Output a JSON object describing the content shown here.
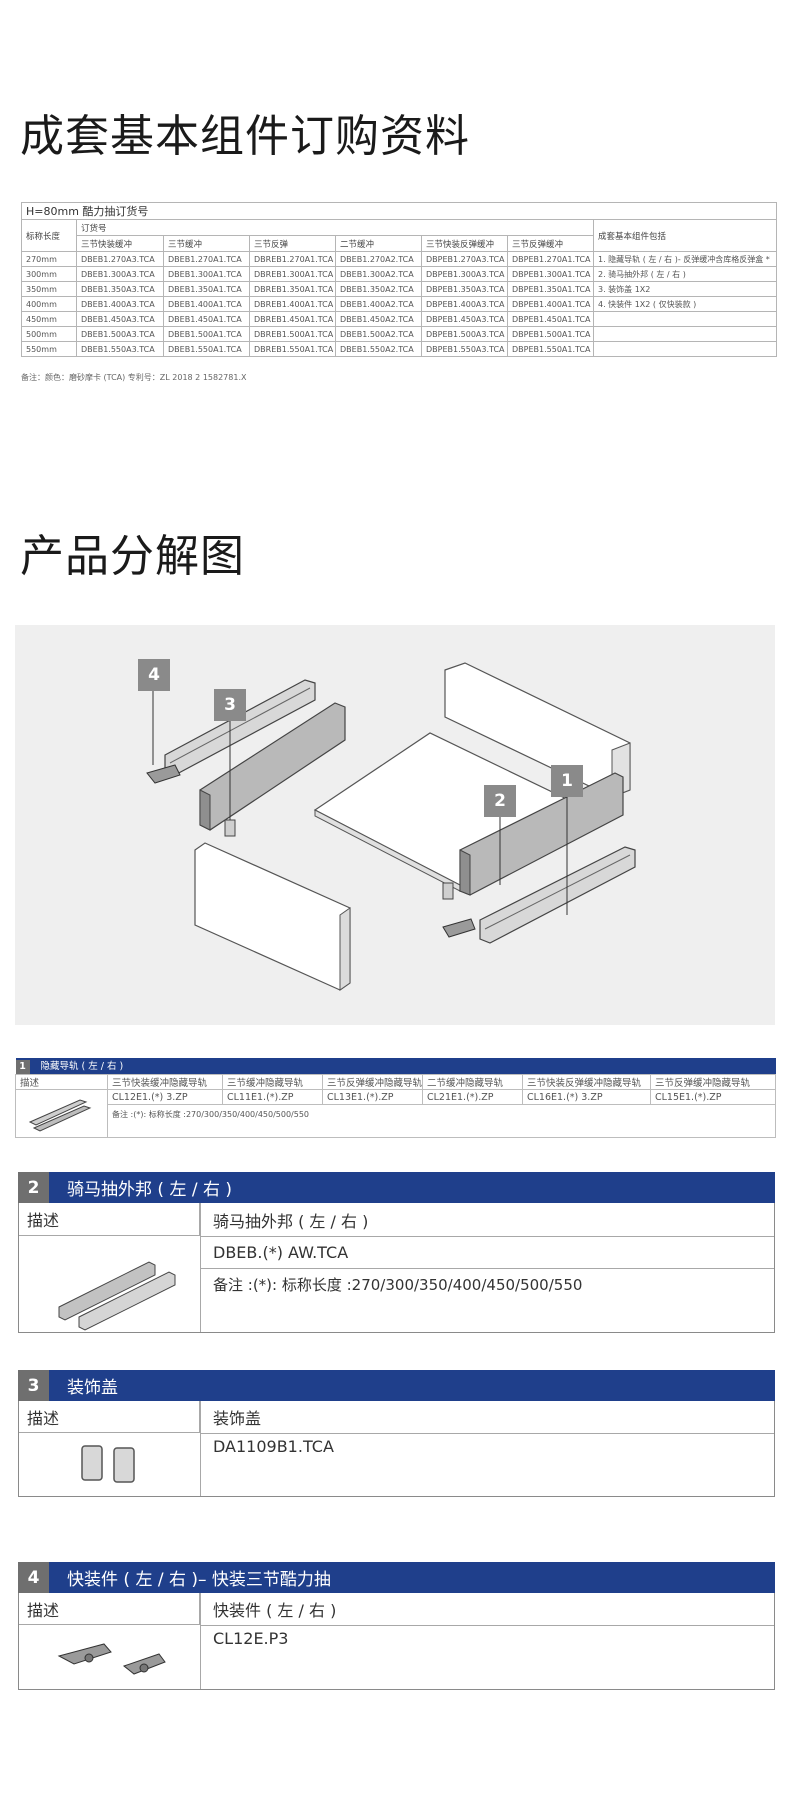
{
  "titles": {
    "order": "成套基本组件订购资料",
    "exploded": "产品分解图"
  },
  "order_table": {
    "caption": "H=80mm 酷力抽订货号",
    "col_length": "标称长度",
    "col_order": "订货号",
    "col_includes": "成套基本组件包括",
    "sub_headers": [
      "三节快装缓冲",
      "三节缓冲",
      "三节反弹",
      "二节缓冲",
      "三节快装反弹缓冲",
      "三节反弹缓冲"
    ],
    "rows": [
      {
        "len": "270mm",
        "codes": [
          "DBEB1.270A3.TCA",
          "DBEB1.270A1.TCA",
          "DBREB1.270A1.TCA",
          "DBEB1.270A2.TCA",
          "DBPEB1.270A3.TCA",
          "DBPEB1.270A1.TCA"
        ],
        "incl": "1. 隐藏导轨 ( 左 / 右 )- 反弹缓冲含库格反弹盒 *"
      },
      {
        "len": "300mm",
        "codes": [
          "DBEB1.300A3.TCA",
          "DBEB1.300A1.TCA",
          "DBREB1.300A1.TCA",
          "DBEB1.300A2.TCA",
          "DBPEB1.300A3.TCA",
          "DBPEB1.300A1.TCA"
        ],
        "incl": "2. 骑马抽外邦 ( 左 / 右 )"
      },
      {
        "len": "350mm",
        "codes": [
          "DBEB1.350A3.TCA",
          "DBEB1.350A1.TCA",
          "DBREB1.350A1.TCA",
          "DBEB1.350A2.TCA",
          "DBPEB1.350A3.TCA",
          "DBPEB1.350A1.TCA"
        ],
        "incl": "3. 装饰盖 1X2"
      },
      {
        "len": "400mm",
        "codes": [
          "DBEB1.400A3.TCA",
          "DBEB1.400A1.TCA",
          "DBREB1.400A1.TCA",
          "DBEB1.400A2.TCA",
          "DBPEB1.400A3.TCA",
          "DBPEB1.400A1.TCA"
        ],
        "incl": "4. 快装件 1X2 ( 仅快装款 )"
      },
      {
        "len": "450mm",
        "codes": [
          "DBEB1.450A3.TCA",
          "DBEB1.450A1.TCA",
          "DBREB1.450A1.TCA",
          "DBEB1.450A2.TCA",
          "DBPEB1.450A3.TCA",
          "DBPEB1.450A1.TCA"
        ],
        "incl": ""
      },
      {
        "len": "500mm",
        "codes": [
          "DBEB1.500A3.TCA",
          "DBEB1.500A1.TCA",
          "DBREB1.500A1.TCA",
          "DBEB1.500A2.TCA",
          "DBPEB1.500A3.TCA",
          "DBPEB1.500A1.TCA"
        ],
        "incl": ""
      },
      {
        "len": "550mm",
        "codes": [
          "DBEB1.550A3.TCA",
          "DBEB1.550A1.TCA",
          "DBREB1.550A1.TCA",
          "DBEB1.550A2.TCA",
          "DBPEB1.550A3.TCA",
          "DBPEB1.550A1.TCA"
        ],
        "incl": ""
      }
    ],
    "note": "备注：颜色：磨砂摩卡 (TCA)      专利号：ZL 2018 2 1582781.X"
  },
  "diagram": {
    "callouts": [
      "4",
      "3",
      "2",
      "1"
    ]
  },
  "part1": {
    "num": "1",
    "title": "隐藏导轨 ( 左 / 右 )",
    "desc_label": "描述",
    "names": [
      "三节快装缓冲隐藏导轨",
      "三节缓冲隐藏导轨",
      "三节反弹缓冲隐藏导轨",
      "二节缓冲隐藏导轨",
      "三节快装反弹缓冲隐藏导轨",
      "三节反弹缓冲隐藏导轨"
    ],
    "codes": [
      "CL12E1.(*) 3.ZP",
      "CL11E1.(*).ZP",
      "CL13E1.(*).ZP",
      "CL21E1.(*).ZP",
      "CL16E1.(*) 3.ZP",
      "CL15E1.(*).ZP"
    ],
    "note": "备注 :(*): 标称长度 :270/300/350/400/450/500/550"
  },
  "part2": {
    "num": "2",
    "title": "骑马抽外邦 ( 左 / 右 )",
    "desc_label": "描述",
    "name": "骑马抽外邦 ( 左 / 右 )",
    "code": "DBEB.(*) AW.TCA",
    "note": "备注 :(*): 标称长度 :270/300/350/400/450/500/550"
  },
  "part3": {
    "num": "3",
    "title": "装饰盖",
    "desc_label": "描述",
    "name": "装饰盖",
    "code": "DA1109B1.TCA"
  },
  "part4": {
    "num": "4",
    "title": "快装件 ( 左 / 右 )– 快装三节酷力抽",
    "desc_label": "描述",
    "name": "快装件 ( 左 / 右 )",
    "code": "CL12E.P3"
  }
}
